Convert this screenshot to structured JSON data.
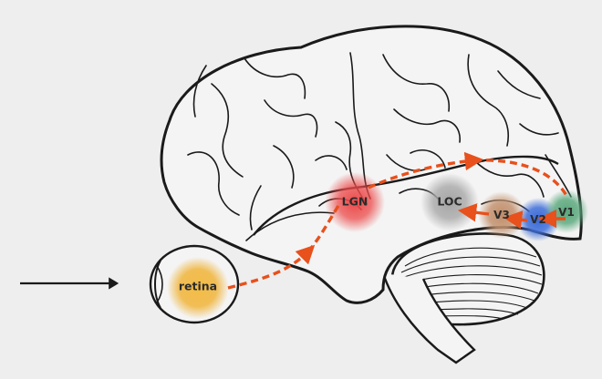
{
  "diagram": {
    "labels": {
      "retina": "retina",
      "lgn": "LGN",
      "loc": "LOC",
      "v3": "V3",
      "v2": "V2",
      "v1": "V1"
    },
    "colors": {
      "background": "#eeeeee",
      "outline": "#1a1a1a",
      "brain_fill": "#f4f4f4",
      "pathway": "#e8501c",
      "retina": "#f0b43a",
      "lgn": "#ec4a4a",
      "loc": "#a7a7a7",
      "v3": "#c49472",
      "v2": "#3f6fd9",
      "v1": "#5fab80"
    },
    "icons": [
      "eye-icon",
      "input-arrow-icon"
    ]
  }
}
